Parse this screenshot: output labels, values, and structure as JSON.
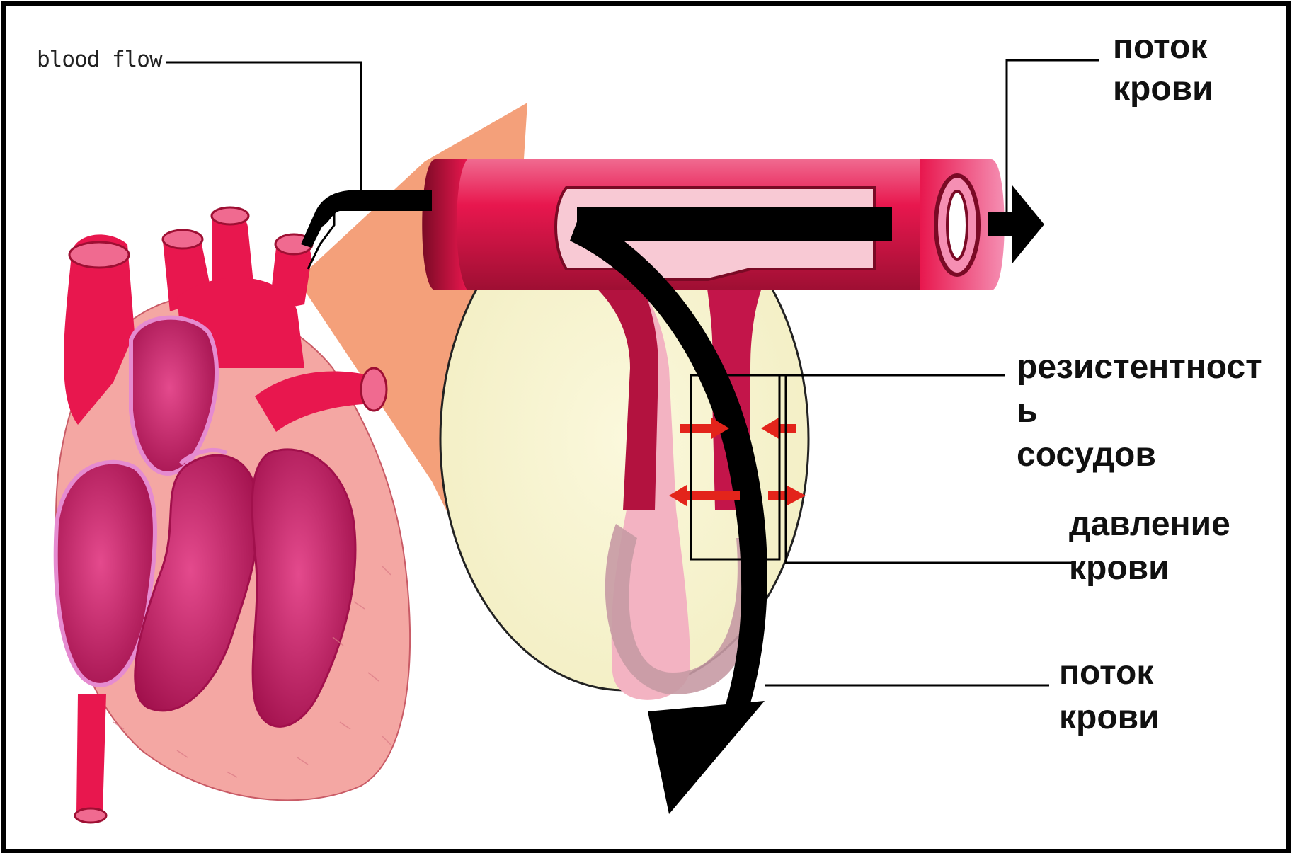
{
  "labels": {
    "blood_flow_en": "blood flow",
    "flow_top_line1": "поток",
    "flow_top_line2": "крови",
    "resistance_line1": "резистентност",
    "resistance_line2": "ь",
    "resistance_line3": "сосудов",
    "pressure_line1": "давление",
    "pressure_line2": "крови",
    "flow_bottom_line1": "поток",
    "flow_bottom_line2": "крови"
  },
  "colors": {
    "vessel": "#e8174e",
    "vessel_dark": "#9e0f33",
    "vessel_light": "#f7a9c4",
    "heart_muscle": "#f4a7a3",
    "chamber": "#c0185e",
    "lens_fill": "#f7f3d0",
    "cone": "#f4a07a",
    "arrow": "#000000",
    "pressure_arrow": "#e3241b"
  }
}
